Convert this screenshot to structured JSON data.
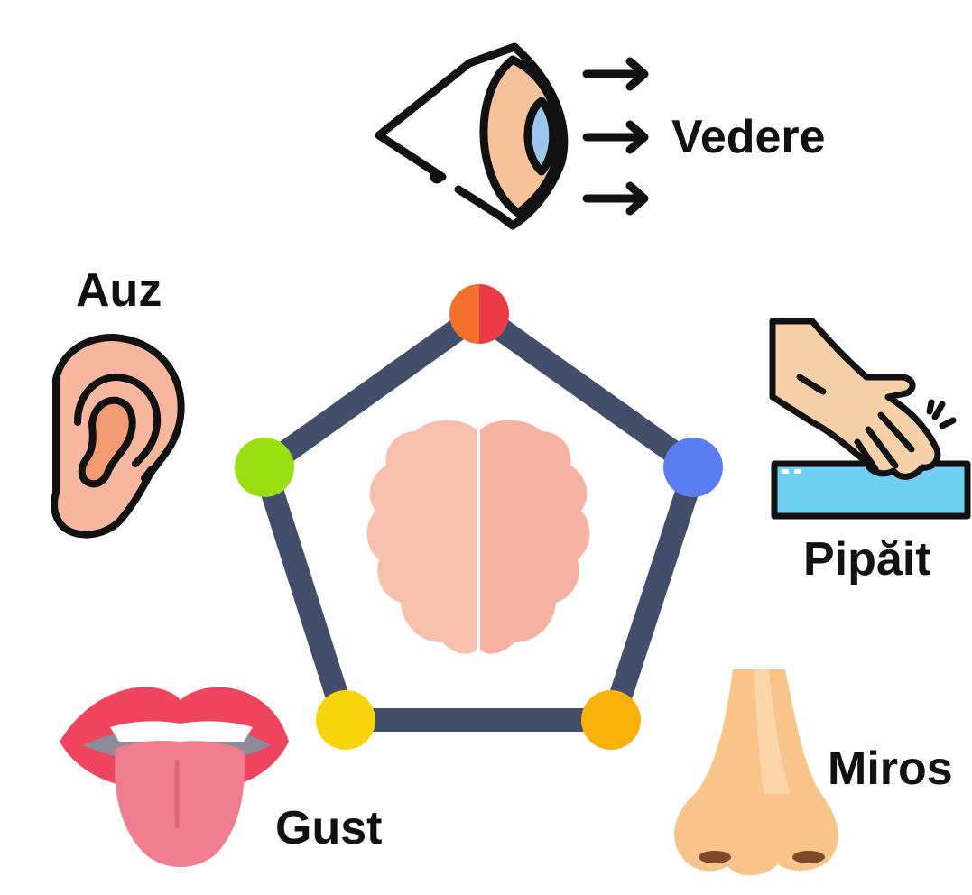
{
  "senses": {
    "sight": {
      "label": "Vedere"
    },
    "hearing": {
      "label": "Auz"
    },
    "touch": {
      "label": "Pipăit"
    },
    "smell": {
      "label": "Miros"
    },
    "taste": {
      "label": "Gust"
    }
  },
  "colors": {
    "pentagon_stroke": "#434e6b",
    "node_top_left": "#f36f2c",
    "node_top_right": "#ea3a47",
    "node_left": "#9adf12",
    "node_right": "#5a7df2",
    "node_bottom_left": "#f7d40c",
    "node_bottom_right": "#f9b10b",
    "brain_left": "#f7c0ad",
    "brain_right": "#f7b3a1",
    "outline": "#111111"
  },
  "icons": [
    "eye-icon",
    "arrow-right-icon",
    "ear-icon",
    "hand-touch-icon",
    "nose-icon",
    "mouth-tongue-icon",
    "brain-icon"
  ]
}
